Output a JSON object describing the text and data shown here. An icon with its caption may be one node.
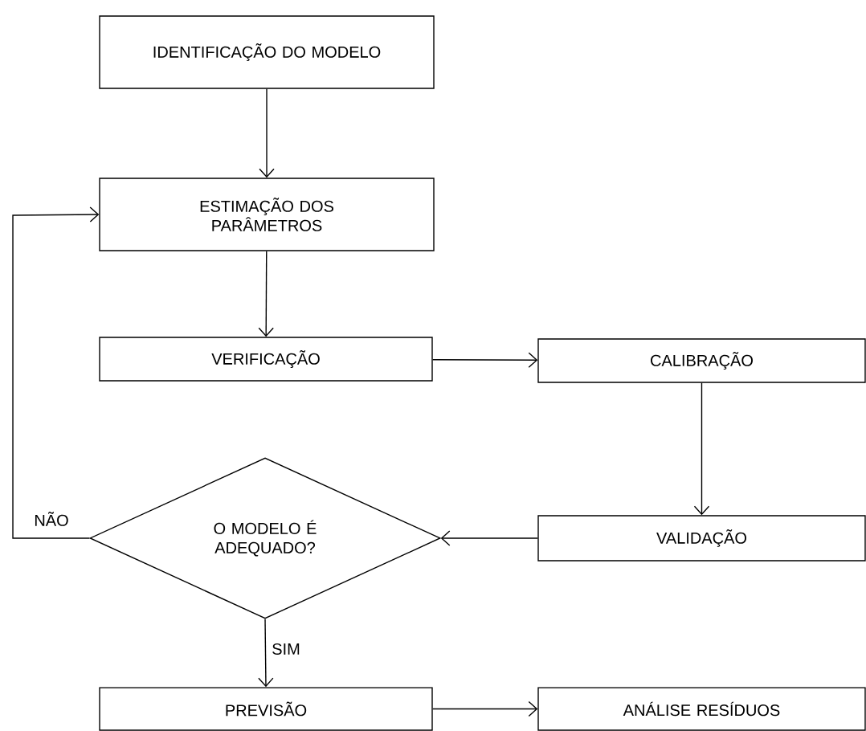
{
  "diagram": {
    "nodes": [
      {
        "text": [
          "IDENTIFICAÇÃO DO MODELO"
        ]
      },
      {
        "text": [
          "ESTIMAÇÃO DOS PARÂMETROS"
        ]
      },
      {
        "text": [
          "VERIFICAÇÃO"
        ]
      },
      {
        "text": [
          "CALIBRAÇÃO"
        ]
      },
      {
        "text": [
          "VALIDAÇÃO"
        ]
      },
      {
        "text": [
          "O MODELO É ADEQUADO?"
        ]
      },
      {
        "text": [
          "PREVISÃO"
        ]
      },
      {
        "text": [
          "ANÁLISE RESÍDUOS"
        ]
      }
    ],
    "edges": [
      {
        "from": 0,
        "to": 1,
        "arrow": "to"
      },
      {
        "from": 1,
        "to": 2,
        "arrow": "to"
      },
      {
        "from": 2,
        "to": 3,
        "arrow": "to"
      },
      {
        "from": 3,
        "to": 4,
        "arrow": "to"
      },
      {
        "from": 4,
        "to": 5,
        "arrow": "to"
      },
      {
        "from": 5,
        "to": 1,
        "arrow": "to",
        "label": "NÃO"
      },
      {
        "from": 5,
        "to": 6,
        "arrow": "to",
        "label": "SIM"
      },
      {
        "from": 6,
        "to": 7,
        "arrow": "to"
      }
    ]
  }
}
